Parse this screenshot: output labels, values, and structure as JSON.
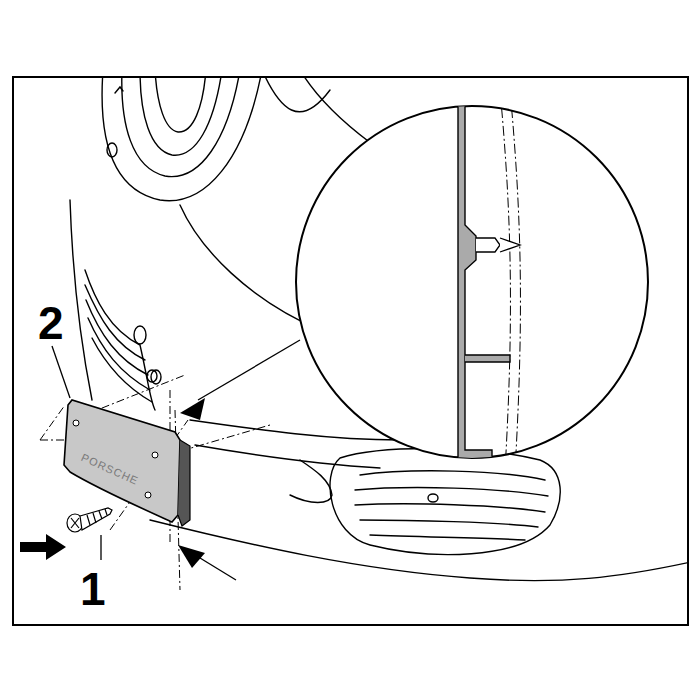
{
  "diagram": {
    "labels": [
      "2",
      "1",
      "PORSCHE"
    ]
  }
}
